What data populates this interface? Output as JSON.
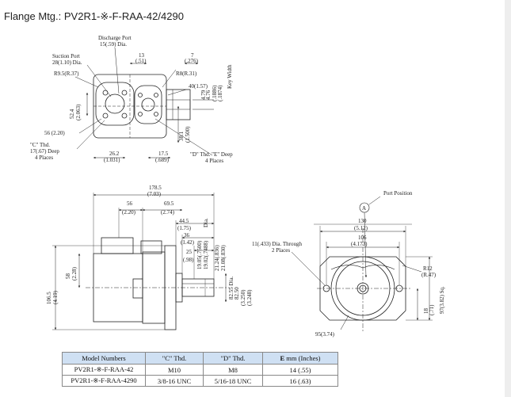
{
  "title": "Flange Mtg.: PV2R1-※-F-RAA-42/4290",
  "top_view": {
    "discharge_port": "Discharge Port",
    "discharge_dia": "15(.59) Dia.",
    "suction_port": "Suction Port",
    "suction_dia": "28(1.10) Dia.",
    "r95": "R9.5(R.37)",
    "d13": "13",
    "d13b": "(.51)",
    "d7": "7",
    "d7b": "(.276)",
    "r8": "R8(R.31)",
    "d40": "40(1.57)",
    "d524": "52.4",
    "d524b": "(2.063)",
    "d56": "56 (2.20)",
    "c_thd": "\"C\" Thd.",
    "c_deep": "17(.67) Deep",
    "c_places": "4 Places",
    "d262": "26.2",
    "d262b": "(1.031)",
    "d175": "17.5",
    "d175b": "(.689)",
    "d_thd": "\"D\" Thd. \"E\" Deep",
    "d_places": "4 Places",
    "d381": "38.1",
    "d381b": "(1.500)",
    "d479": "4.79",
    "d476": "4.76",
    "d1886": "(.1886)",
    "d1874": "(.1874)",
    "key_width": "Key Width"
  },
  "side_view": {
    "d1785": "178.5",
    "d1785b": "(7.03)",
    "d56": "56",
    "d56b": "(2.20)",
    "d695": "69.5",
    "d695b": "(2.74)",
    "d445": "44.5",
    "d445b": "(1.75)",
    "d36": "36",
    "d36b": "(1.42)",
    "d25": "25",
    "d25b": "(.98)",
    "d1905": "19.05(.7500)",
    "d1902": "19.02(.7488)",
    "dia1": "Dia.",
    "d2124": "21.24(.836)",
    "d2108": "21.08(.830)",
    "d8255": "82.55 Dia.",
    "d8250": "82.50",
    "d3250": "(3.250)",
    "d3248": "(3.248)",
    "d1065": "106.5",
    "d1065b": "(4.19)",
    "d58": "58",
    "d58b": "(2.28)"
  },
  "front_view": {
    "port_position": "Port Position",
    "port_letter": "A",
    "d130": "130",
    "d130b": "(5.12)",
    "d106": "106",
    "d106b": "(4.173)",
    "hole_dia": "11(.433) Dia. Through",
    "hole_places": "2 Places",
    "r12": "R12",
    "r12b": "(R.47)",
    "d18": "18",
    "d18b": "(.71)",
    "d97": "97(3.82) Sq.",
    "d95": "95(3.74)"
  },
  "table": {
    "headers": [
      "Model Numbers",
      "\"C\" Thd.",
      "\"D\" Thd.",
      "E",
      "mm (Inches)"
    ],
    "rows": [
      [
        "PV2R1-※-F-RAA-42",
        "M10",
        "M8",
        "14 (.55)"
      ],
      [
        "PV2R1-※-F-RAA-4290",
        "3/8-16 UNC",
        "5/16-18 UNC",
        "16 (.63)"
      ]
    ]
  }
}
